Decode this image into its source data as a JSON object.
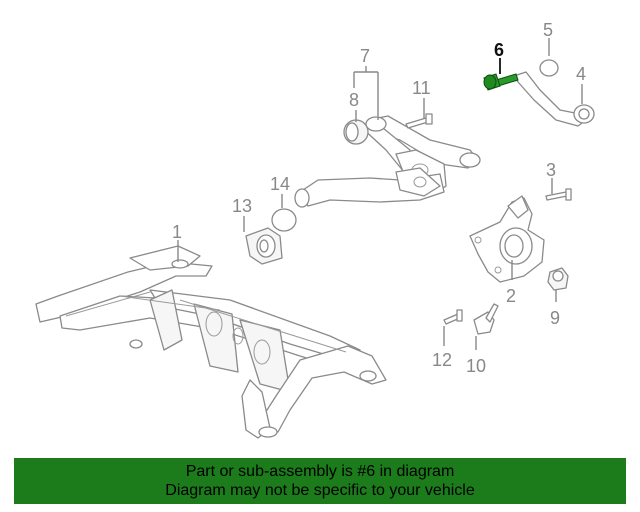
{
  "callouts": {
    "c1": "1",
    "c2": "2",
    "c3": "3",
    "c4": "4",
    "c5": "5",
    "c6": "6",
    "c7": "7",
    "c8": "8",
    "c9": "9",
    "c10": "10",
    "c11": "11",
    "c12": "12",
    "c13": "13",
    "c14": "14"
  },
  "highlighted_part": "6",
  "colors": {
    "highlight": "#2a9a2a",
    "banner": "#1c7c1c",
    "line": "#8a8a8a"
  },
  "banner": {
    "line1": "Part or sub-assembly is #6 in diagram",
    "line2": "Diagram may not be specific to your vehicle"
  }
}
